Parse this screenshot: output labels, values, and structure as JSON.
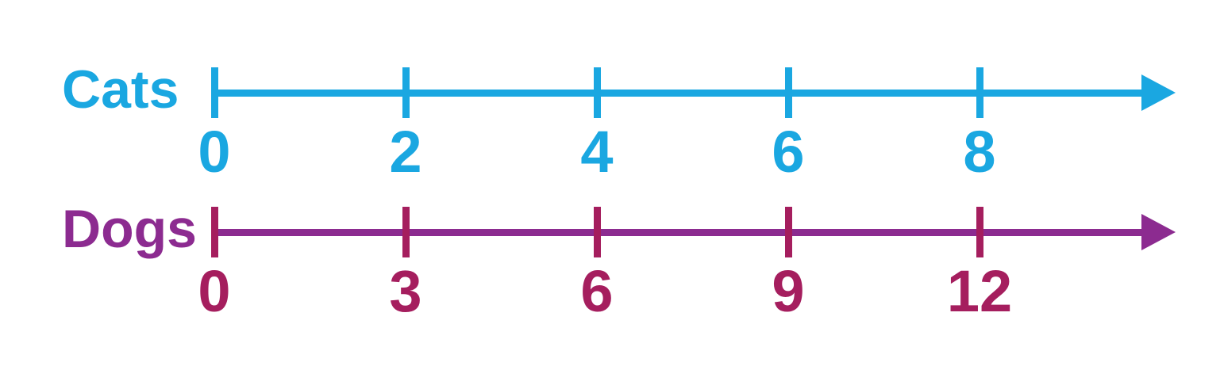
{
  "chart_data": {
    "type": "double_number_line",
    "lines": [
      {
        "label": "Cats",
        "tick_values": [
          "0",
          "2",
          "4",
          "6",
          "8"
        ],
        "label_color": "#1AA7E1",
        "line_color": "#1AA7E1",
        "tick_color": "#1AA7E1",
        "number_color": "#1AA7E1",
        "arrow": "right"
      },
      {
        "label": "Dogs",
        "tick_values": [
          "0",
          "3",
          "6",
          "9",
          "12"
        ],
        "label_color": "#8C2B90",
        "line_color": "#8C2B90",
        "tick_color": "#A51E5E",
        "number_color": "#A51E5E",
        "arrow": "right"
      }
    ]
  }
}
